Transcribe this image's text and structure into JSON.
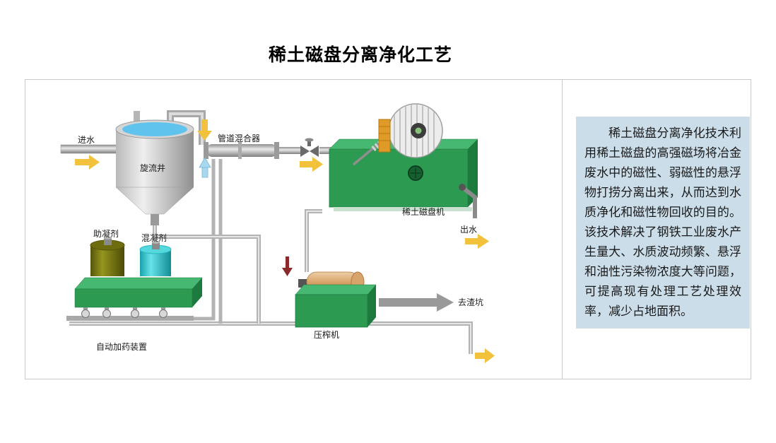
{
  "page": {
    "title": "稀土磁盘分离净化工艺"
  },
  "diagram": {
    "labels": {
      "inlet": "进水",
      "cyclone_well": "旋流井",
      "pipe_mixer": "管道混合器",
      "magnetic_disk_machine": "稀土磁盘机",
      "outlet": "出水",
      "coagulant_aid": "助凝剂",
      "coagulant": "混凝剂",
      "auto_dosing_device": "自动加药装置",
      "press_machine": "压榨机",
      "slag_pit": "去渣坑"
    },
    "colors": {
      "machine_green": "#2d9a52",
      "machine_green_dark": "#1d7a3e",
      "machine_green_light": "#46b871",
      "arrow_yellow": "#f2c23c",
      "water_blue": "#5fc3ee",
      "coagulant_aid_tank": "#80800f",
      "coagulant_tank": "#2ec2cc",
      "slag_arrow_gray": "#999999",
      "sludge_arrow_red": "#8b2a2a",
      "panel_blue": "#cbdde9"
    }
  },
  "description": {
    "text": "稀土磁盘分离净化技术利用稀土磁盘的高强磁场将冶金废水中的磁性、弱磁性的悬浮物打捞分离出来，从而达到水质净化和磁性物回收的目的。该技术解决了钢铁工业废水产生量大、水质波动频繁、悬浮和油性污染物浓度大等问题，可提高现有处理工艺处理效率，减少占地面积。"
  }
}
